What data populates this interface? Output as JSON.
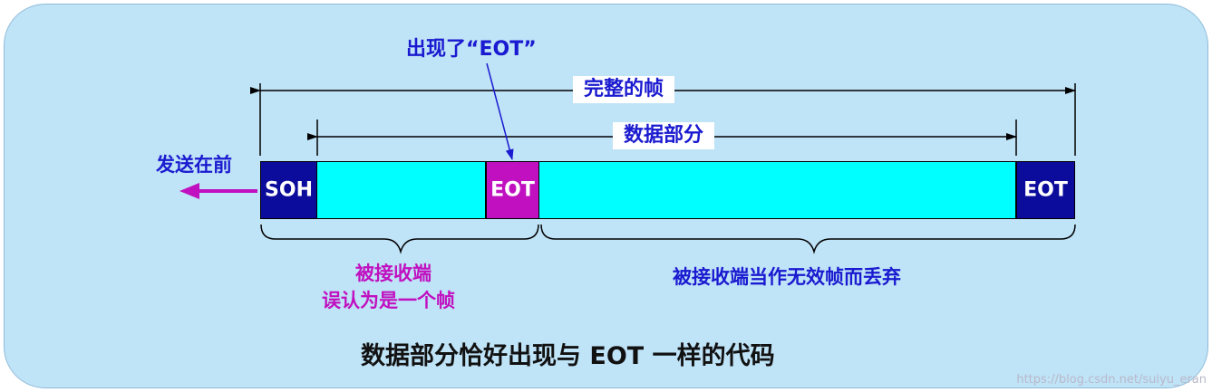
{
  "labels": {
    "eot_appears": "出现了“EOT”",
    "complete_frame": "完整的帧",
    "data_part": "数据部分",
    "send_first": "发送在前",
    "soh": "SOH",
    "eot_mid": "EOT",
    "eot_end": "EOT",
    "receiver_line1": "被接收端",
    "receiver_line2": "误认为是一个帧",
    "discard": "被接收端当作无效帧而丢弃",
    "caption": "数据部分恰好出现与 EOT 一样的代码",
    "watermark": "https://blog.csdn.net/suiyu_eran"
  },
  "colors": {
    "panel_bg": "#bfe3f7",
    "cyan_data": "#00ffff",
    "dark_blue": "#0b0b9c",
    "magenta": "#c010c0",
    "label_blue": "#1a1ad0"
  }
}
